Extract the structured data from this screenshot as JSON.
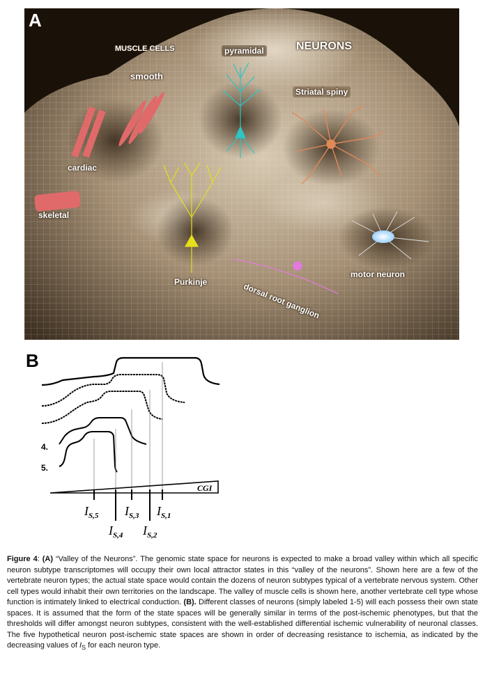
{
  "panel_a": {
    "letter": "A",
    "labels": {
      "muscle_cells": "MUSCLE CELLS",
      "neurons": "NEURONS",
      "smooth": "smooth",
      "pyramidal": "pyramidal",
      "striatal": "Striatal spiny",
      "cardiac": "cardiac",
      "skeletal": "skeletal",
      "purkinje": "Purkinje",
      "drg": "dorsal root ganglion",
      "motor": "motor neuron"
    },
    "colors": {
      "background": "#1a1208",
      "surface": "#8c7a62",
      "pyramidal": "#2ec4c4",
      "striatal": "#e08a5a",
      "purkinje": "#e6e01c",
      "muscle": "#e06a6a",
      "drg": "#e27adf",
      "motor": "#cfe6ff"
    }
  },
  "panel_b": {
    "letter": "B",
    "row_labels": [
      "4.",
      "5."
    ],
    "cgi_label": "CGI",
    "is_labels": [
      {
        "main": "I",
        "sub": "S,5"
      },
      {
        "main": "I",
        "sub": "S,4"
      },
      {
        "main": "I",
        "sub": "S,3"
      },
      {
        "main": "I",
        "sub": "S,2"
      },
      {
        "main": "I",
        "sub": "S,1"
      }
    ]
  },
  "caption": {
    "fig_label": "Figure 4",
    "sep": ": ",
    "part_a": "(A)",
    "text_a": " “Valley of the Neurons”. The genomic state space for neurons is expected to make a broad valley within which all specific neuron subtype transcriptomes will occupy their own local attractor states in this “valley of the neurons”.  Shown here are a few of the vertebrate neuron types; the actual state space would contain the dozens of neuron subtypes typical of a vertebrate nervous system.  Other cell types would inhabit their own territories on the landscape. The valley of muscle cells is shown here, another vertebrate cell type whose function is intimately linked to electrical conduction. ",
    "part_b": "(B).",
    "text_b": " Different classes of neurons (simply labeled 1-5) will each possess their own state spaces.  It is assumed that the form of the state spaces will be generally similar in terms of the post-ischemic phenotypes, but that the thresholds will differ amongst neuron subtypes, consistent with the well-established differential ischemic vulnerability of neuronal classes.  The five hypothetical neuron post-ischemic state spaces are shown in order of decreasing resistance to ischemia, as indicated by the decreasing values of ",
    "is_main": "I",
    "is_sub": "S",
    "text_end": " for each neuron type."
  }
}
